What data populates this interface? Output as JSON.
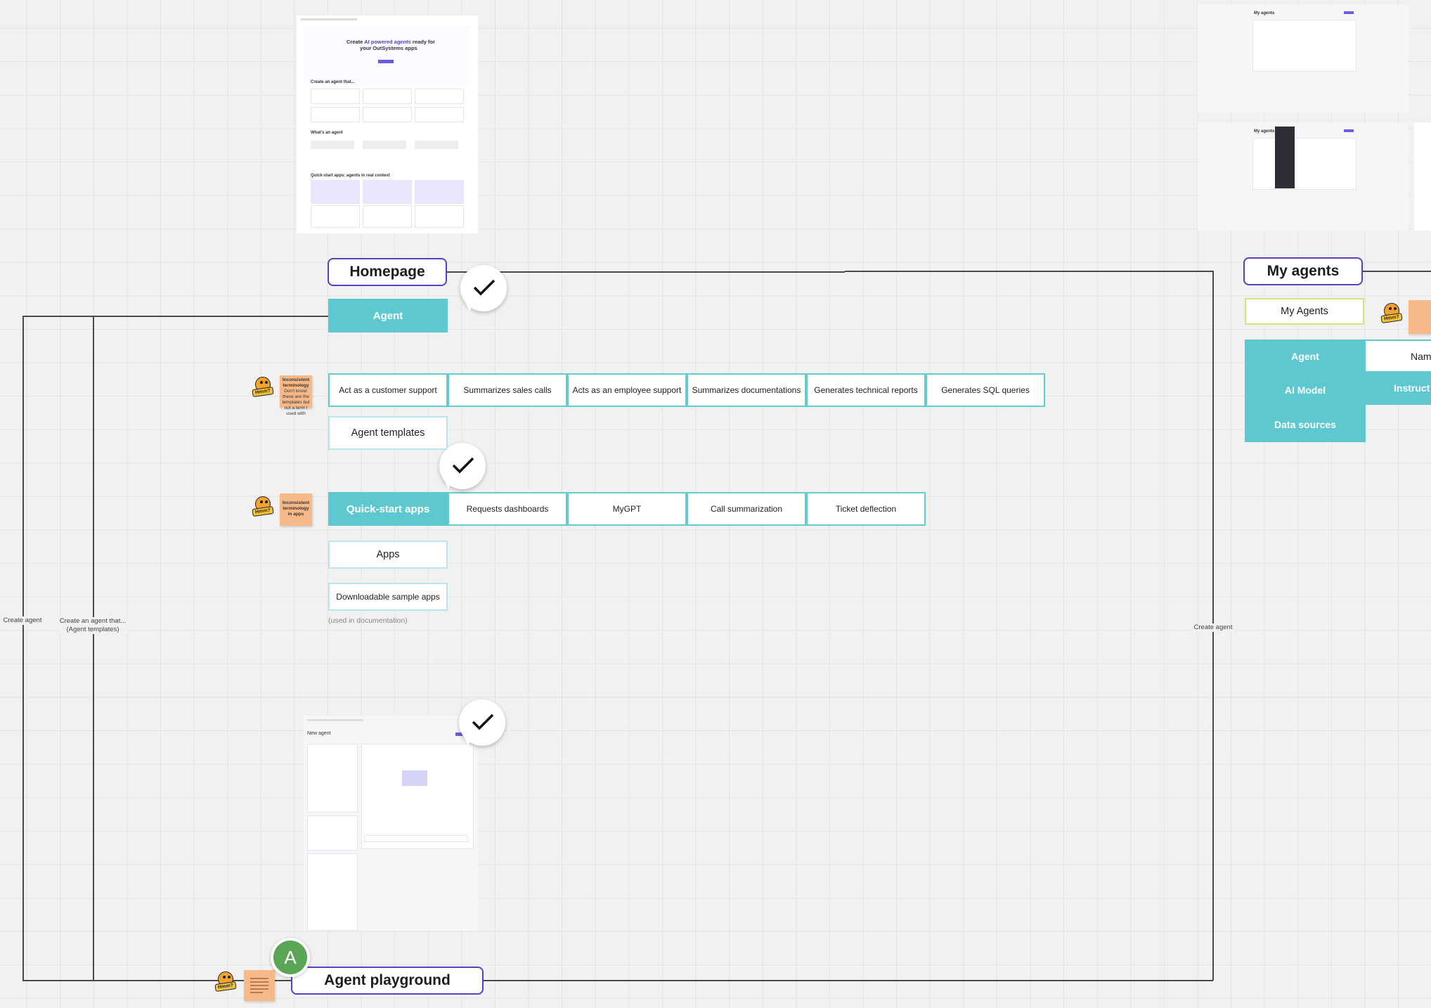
{
  "sections": {
    "homepage": "Homepage",
    "my_agents": "My agents",
    "agent_playground": "Agent playground"
  },
  "homepage": {
    "agent": "Agent",
    "agent_templates_row": [
      "Act as a customer support",
      "Summarizes sales calls",
      "Acts as an employee support",
      "Summarizes documentations",
      "Generates technical reports",
      "Generates SQL queries"
    ],
    "agent_templates": "Agent templates",
    "quick_start_apps": "Quick-start apps",
    "quick_start_row": [
      "Requests dashboards",
      "MyGPT",
      "Call summarization",
      "Ticket deflection"
    ],
    "apps": "Apps",
    "downloadable": "Downloadable sample apps",
    "used_in_docs": "(used in documentation)"
  },
  "my_agents_panel": {
    "my_agents_label": "My Agents",
    "rows": [
      "Agent",
      "AI Model",
      "Data sources"
    ],
    "right_cells": [
      "Nam",
      "Instruct"
    ]
  },
  "connector_labels": {
    "create_agent_left": "Create agent",
    "create_agent_that": "Create an agent that...",
    "agent_templates_paren": "(Agent templates)",
    "create_agent_right": "Create agent"
  },
  "stickies": {
    "inconsistent_terminology": "Inconsistent terminology",
    "inconsistent_terminology_body": "Don't know: these are the templates but not a term I used with",
    "inconsistent_apps": "Inconsistent terminology in apps"
  },
  "emoji": {
    "hmm": "Hmm?"
  },
  "avatar": {
    "initial": "A"
  },
  "thumbnails": {
    "home_heading_1": "Create ",
    "home_heading_accent": "AI powered agents",
    "home_heading_2": " ready for",
    "home_heading_3": "your OutSystems apps",
    "home_create": "Create an agent that...",
    "home_whats": "What's an agent",
    "home_quick": "Quick-start apps: agents in real context",
    "new_agent": "New agent",
    "my_agents": "My agents"
  },
  "colors": {
    "accent_purple": "#5b3ec5",
    "teal": "#5ec8d1",
    "teal_border": "#65cbd3",
    "sticky": "#f7b988"
  }
}
